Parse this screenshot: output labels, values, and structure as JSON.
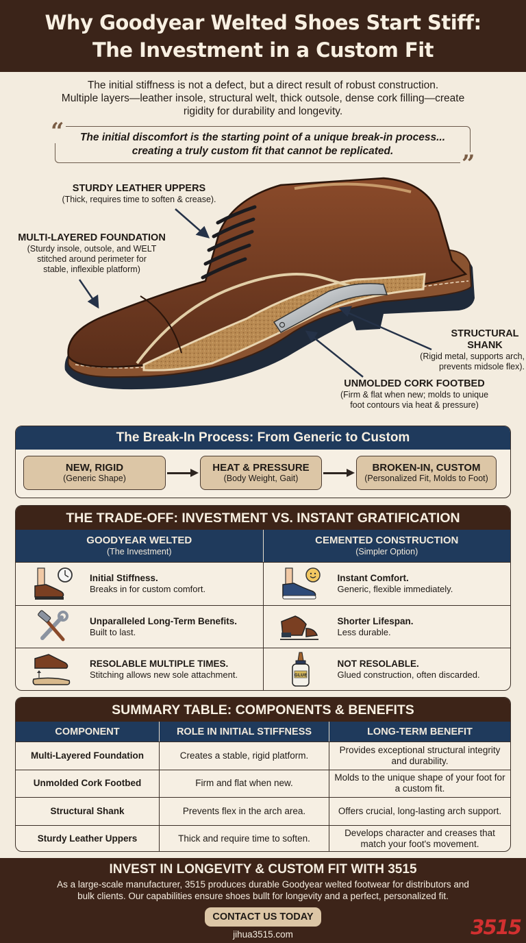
{
  "header": {
    "title_line1": "Why Goodyear Welted Shoes Start Stiff:",
    "title_line2": "The Investment in a Custom Fit"
  },
  "intro": {
    "line1": "The initial stiffness is not a defect, but a direct result of robust construction.",
    "line2": "Multiple layers—leather insole, structural welt, thick outsole, dense cork filling—create",
    "line3": "rigidity for durability and longevity."
  },
  "quote": {
    "open_mark": "“",
    "close_mark": "”",
    "line1": "The initial discomfort is the starting point of a unique break-in process...",
    "line2": "creating a truly custom fit that cannot be replicated."
  },
  "illustration": {
    "labels": [
      {
        "title": "STURDY LEATHER UPPERS",
        "desc": [
          "(Thick, requires time to soften & crease)."
        ]
      },
      {
        "title": "MULTI-LAYERED FOUNDATION",
        "desc": [
          "(Sturdy insole, outsole, and WELT",
          "stitched around perimeter for",
          "stable, inflexible platform)"
        ]
      },
      {
        "title_lines": [
          "STRUCTURAL",
          "SHANK"
        ],
        "desc": [
          "(Rigid metal, supports arch,",
          "prevents midsole flex)."
        ]
      },
      {
        "title": "UNMOLDED CORK FOOTBED",
        "desc": [
          "(Firm & flat when new; molds to unique",
          "foot contours via heat & pressure)"
        ]
      }
    ]
  },
  "breakin": {
    "title": "The Break-In Process: From Generic to Custom",
    "steps": [
      {
        "title": "NEW, RIGID",
        "desc": "(Generic Shape)"
      },
      {
        "title": "HEAT & PRESSURE",
        "desc": "(Body Weight, Gait)"
      },
      {
        "title": "BROKEN-IN, CUSTOM",
        "desc": "(Personalized Fit, Molds to Foot)"
      }
    ]
  },
  "tradeoff": {
    "title": "THE TRADE-OFF: INVESTMENT VS. INSTANT GRATIFICATION",
    "columns": [
      {
        "title": "GOODYEAR WELTED",
        "subtitle": "(The Investment)"
      },
      {
        "title": "CEMENTED CONSTRUCTION",
        "subtitle": "(Simpler Option)"
      }
    ],
    "rows": [
      [
        {
          "icon": "shoe-clock-icon",
          "title": "Initial Stiffness.",
          "desc": "Breaks in for custom comfort."
        },
        {
          "icon": "sneaker-smiley-icon",
          "title": "Instant Comfort.",
          "desc": "Generic, flexible immediately."
        }
      ],
      [
        {
          "icon": "hammer-wrench-icon",
          "title": "Unparalleled Long-Term Benefits.",
          "desc": "Built to last."
        },
        {
          "icon": "broken-shoe-icon",
          "title": "Shorter Lifespan.",
          "desc": "Less durable."
        }
      ],
      [
        {
          "icon": "resole-shoe-icon",
          "title": "RESOLABLE MULTIPLE TIMES.",
          "desc": "Stitching allows new sole attachment."
        },
        {
          "icon": "glue-bottle-icon",
          "title": "NOT RESOLABLE.",
          "desc": "Glued construction, often discarded."
        }
      ]
    ],
    "glue_label": "GLUE"
  },
  "summary": {
    "title": "SUMMARY TABLE: COMPONENTS & BENEFITS",
    "headers": [
      "COMPONENT",
      "ROLE IN INITIAL STIFFNESS",
      "LONG-TERM BENEFIT"
    ],
    "rows": [
      [
        "Multi-Layered Foundation",
        "Creates a stable, rigid platform.",
        "Provides exceptional structural integrity and durability."
      ],
      [
        "Unmolded Cork Footbed",
        "Firm and flat when new.",
        "Molds to the unique shape of your foot for a custom fit."
      ],
      [
        "Structural Shank",
        "Prevents flex in the arch area.",
        "Offers crucial, long-lasting arch support."
      ],
      [
        "Sturdy Leather Uppers",
        "Thick and require time to soften.",
        "Develops character and creases that match your foot's movement."
      ]
    ]
  },
  "footer": {
    "title": "INVEST IN LONGEVITY & CUSTOM FIT WITH 3515",
    "body_line1": "As a large-scale manufacturer, 3515 produces durable Goodyear welted footwear for distributors and",
    "body_line2": "bulk clients. Our capabilities ensure shoes bullt for longevity and a perfect, personalized fit.",
    "cta": "CONTACT US TODAY",
    "url": "jihua3515.com",
    "logo": "3515"
  },
  "colors": {
    "header_brown": "#3b2419",
    "navy": "#1f3a5c",
    "background": "#f3ecdf",
    "tan": "#dcc6a6",
    "logo_red": "#d23030"
  }
}
